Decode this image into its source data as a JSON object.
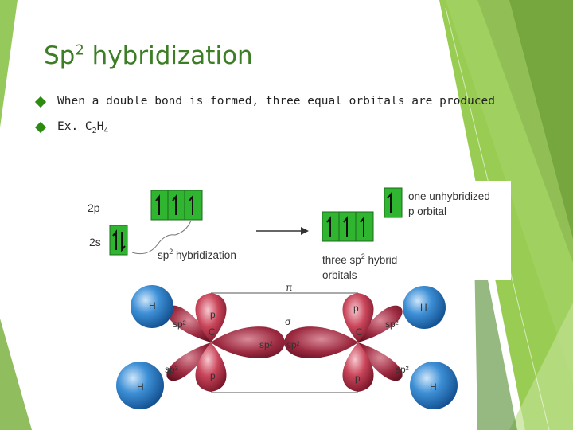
{
  "slide": {
    "title_main": "Sp",
    "title_sup": "2",
    "title_rest": " hybridization",
    "bullets": [
      {
        "text": "When a double bond is formed, three equal orbitals are produced"
      },
      {
        "prefix": "Ex. C",
        "sub1": "2",
        "mid": "H",
        "sub2": "4"
      }
    ]
  },
  "figure": {
    "label_2p": "2p",
    "label_2s": "2s",
    "hybridization_label_pre": "sp",
    "hybridization_label_sup": "2",
    "hybridization_label_post": " hybridization",
    "unhybridized_line1": "one unhybridized",
    "unhybridized_line2": "p orbital",
    "three_hybrid_pre": "three sp",
    "three_hybrid_sup": "2",
    "three_hybrid_post": " hybrid",
    "three_hybrid_line2": "orbitals",
    "pi_label": "π",
    "sigma_label": "σ",
    "h_label": "H",
    "c_label": "C",
    "p_label": "p",
    "sp2_label": "sp²"
  },
  "colors": {
    "green_accent": "#6cbd45",
    "title_green": "#3c7d25",
    "box_green": "#2fb52f",
    "h_blue": "#2a7fc8",
    "orbital_red": "#a8243a"
  }
}
